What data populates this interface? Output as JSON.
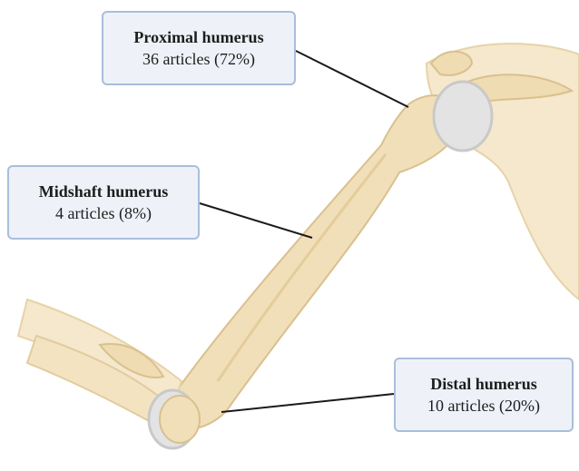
{
  "labels": {
    "proximal": {
      "title": "Proximal humerus",
      "count": "36 articles (72%)"
    },
    "midshaft": {
      "title": "Midshaft humerus",
      "count": "4 articles (8%)"
    },
    "distal": {
      "title": "Distal humerus",
      "count": "10 articles (20%)"
    }
  },
  "colors": {
    "bone": "#f1dfb9",
    "bone_shadow": "#d9c08f",
    "cartilage": "#e3e3e3",
    "label_fill": "#eef2f8",
    "label_border": "#a9bedb",
    "leader_line": "#1a1a1a"
  }
}
